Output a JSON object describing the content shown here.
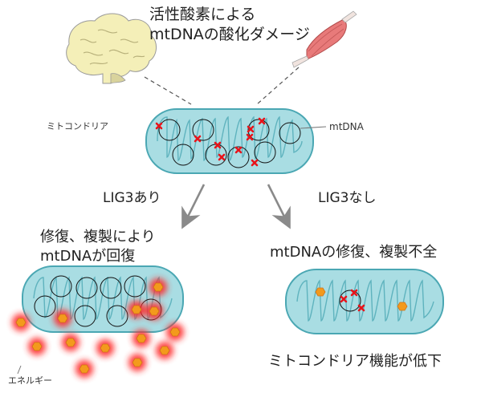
{
  "title": {
    "line1": "活性酸素による",
    "line2": "mtDNAの酸化ダメージ"
  },
  "labels": {
    "mitochondria": "ミトコンドリア",
    "mtdna": "mtDNA",
    "energy": "エネルギー"
  },
  "branches": {
    "with_lig3": "LIG3あり",
    "without_lig3": "LIG3なし"
  },
  "outcomes": {
    "left_line1": "修復、複製により",
    "left_line2": "mtDNAが回復",
    "right": "mtDNAの修復、複製不全",
    "right_bottom": "ミトコンドリア機能が低下"
  },
  "colors": {
    "mito_fill": "#a9dde3",
    "mito_stroke": "#4aa7b3",
    "damage_mark": "#e8141b",
    "energy_hex": "#f39a1c",
    "energy_glow": "#ff2a2a",
    "arrow": "#8a8a8a"
  },
  "icons": {
    "brain": "brain-icon",
    "muscle": "muscle-icon",
    "damage": "x-mark-icon",
    "energy": "hexagon-icon"
  }
}
